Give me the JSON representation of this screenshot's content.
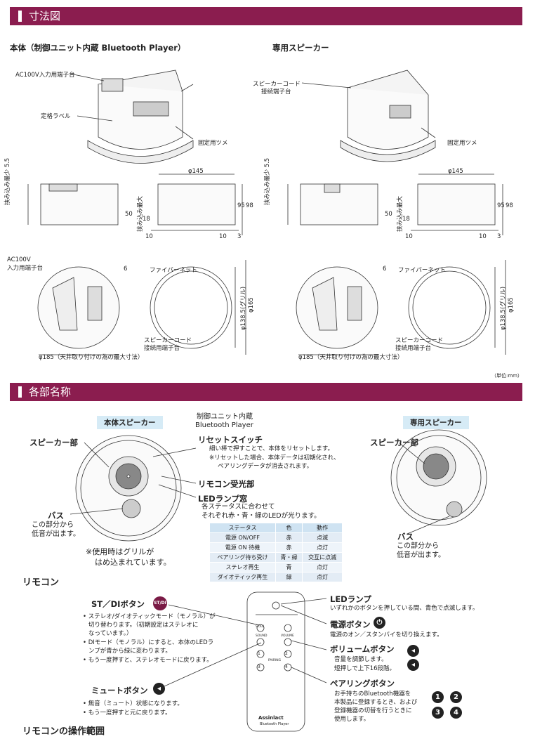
{
  "sections": {
    "dimensions": "寸法図",
    "parts": "各部名称",
    "remote": "リモコン",
    "remote_range": "リモコンの操作範囲"
  },
  "dim": {
    "main_title": "本体（制御ユニット内蔵 Bluetooth Player）",
    "speaker_title": "専用スピーカー",
    "ac_terminal": "AC100V入力用端子台",
    "rating_label": "定格ラベル",
    "fixing_claw_left": "固定用ツメ",
    "speaker_cord": "スピーカーコード",
    "speaker_cord2": "接続端子台",
    "fixing_claw_right": "固定用ツメ",
    "d145": "φ145",
    "d145b": "φ145",
    "v55": "挟み込み最少 5.5",
    "v55b": "挟み込み最少 5.5",
    "v50": "50",
    "v50b": "挟み込み最大",
    "v50c": "50",
    "v50d": "挟み込み最大",
    "v18": "18",
    "v18b": "18",
    "v95": "95",
    "v98": "98",
    "v95b": "95",
    "v98b": "98",
    "v10a": "10",
    "v10b": "10",
    "v3": "3",
    "v10c": "10",
    "v10d": "10",
    "v3b": "3",
    "ac_v": "AC100V",
    "ac_v2": "入力用端子台",
    "d6": "6",
    "d6b": "6",
    "fiber": "ファイバーネット",
    "fiber2": "ファイバーネット",
    "grill": "φ138.5(グリル)",
    "grill2": "φ138.5(グリル)",
    "d165": "φ165",
    "d165b": "φ165",
    "cord_a": "スピーカーコード",
    "cord_b": "接続用端子台",
    "cord_c": "スピーカーコード",
    "cord_d": "接続用端子台",
    "d185": "φ185（天井取り付けの為の最大寸法）",
    "d185b": "φ185（天井取り付けの為の最大寸法）",
    "unit": "（単位:mm）"
  },
  "parts": {
    "main_pill": "本体スピーカー",
    "bt_label1": "制御ユニット内蔵",
    "bt_label2": "Bluetooth Player",
    "speaker_pill": "専用スピーカー",
    "speaker_part": "スピーカー部",
    "speaker_part2": "スピーカー部",
    "bass": "バス",
    "bass_desc1": "この部分から",
    "bass_desc2": "低音が出ます。",
    "bass2": "バス",
    "bass2_desc1": "この部分から",
    "bass2_desc2": "低音が出ます。",
    "grill_note1": "※使用時はグリルが",
    "grill_note2": "はめ込まれています。",
    "reset": "リセットスイッチ",
    "reset_d1": "細い棒で押すことで、本体をリセットします。",
    "reset_d2": "※リセットした場合、本体データは初期化され、",
    "reset_d3": "ペアリングデータが消去されます。",
    "ir": "リモコン受光部",
    "led": "LEDランプ窓",
    "led_d1": "各ステータスに合わせて",
    "led_d2": "それぞれ赤・青・緑のLEDが光ります。",
    "table": {
      "headers": [
        "ステータス",
        "色",
        "動作"
      ],
      "rows": [
        [
          "電源 ON/OFF",
          "赤",
          "点滅"
        ],
        [
          "電源 ON 待機",
          "赤",
          "点灯"
        ],
        [
          "ペアリング待ち受け",
          "青・緑",
          "交互に点滅"
        ],
        [
          "ステレオ再生",
          "青",
          "点灯"
        ],
        [
          "ダイオティック再生",
          "緑",
          "点灯"
        ]
      ]
    }
  },
  "remote": {
    "stdi": "ST／DIボタン",
    "stdi_icon": "ST/DI",
    "stdi_b1": "ステレオ/ダイオティックモード（モノラル）が",
    "stdi_b1b": "切り替わります。（初期設定はステレオに",
    "stdi_b1c": "なっています。）",
    "stdi_b2": "DIモード（モノラル）にすると、本体のLEDラ",
    "stdi_b2b": "ンプが青から緑に変わります。",
    "stdi_b3": "もう一度押すと、ステレオモードに戻ります。",
    "mute": "ミュートボタン",
    "mute_b1": "無音（ミュート）状態になります。",
    "mute_b2": "もう一度押すと元に戻ります。",
    "led": "LEDランプ",
    "led_d": "いずれかのボタンを押している間、青色で点滅します。",
    "power": "電源ボタン",
    "power_d": "電源のオン／スタンバイを切り換えます。",
    "volume": "ボリュームボタン",
    "volume_d1": "音量を調節します。",
    "volume_d2": "短押しで上下16段階。",
    "pairing": "ペアリングボタン",
    "pairing_d1": "お手持ちのBluetooth機器を",
    "pairing_d2": "本製品に登録するとき、および",
    "pairing_d3": "登録機器の切替を行うときに",
    "pairing_d4": "使用します。",
    "nums": [
      "1",
      "2",
      "3",
      "4"
    ],
    "rc_stdi": "ST/DI",
    "rc_sound": "SOUND",
    "rc_volume": "VOLUME",
    "rc_pairing": "PAIRING",
    "rc_brand": "Assinlact",
    "rc_brand2": "Bluetooth Player"
  },
  "colors": {
    "banner": "#8b1d4f",
    "pill": "#d6ebf6",
    "table_head": "#cfe3f2"
  }
}
